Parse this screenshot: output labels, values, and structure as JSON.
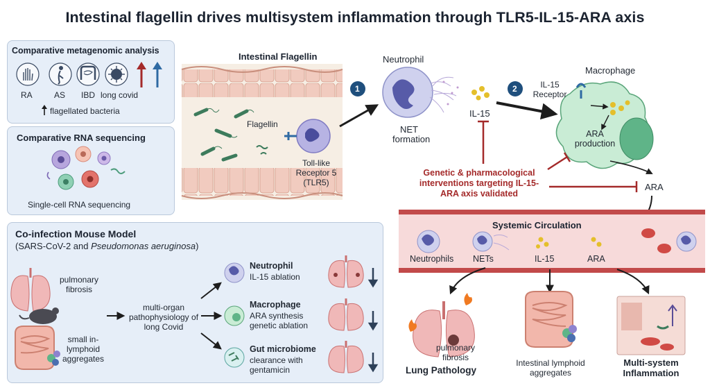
{
  "title": "Intestinal flagellin drives multisystem inflammation through TLR5-IL-15-ARA axis",
  "metagenomic": {
    "heading": "Comparative metagenomic analysis",
    "conditions": [
      "RA",
      "AS",
      "IBD",
      "long covid"
    ],
    "note": "flagellated bacteria"
  },
  "rnaseq": {
    "heading": "Comparative RNA sequencing",
    "caption": "Single-cell RNA sequencing"
  },
  "mouse": {
    "heading": "Co-infection Mouse Model",
    "subtitle_pre": "(SARS-CoV-2 and ",
    "subtitle_italic": "Pseudomonas aeruginosa",
    "subtitle_post": ")",
    "pulmonary": "pulmonary fibrosis",
    "intestine": "small in- lymphoid aggregates",
    "center": "multi-organ pathophysiology of long Covid",
    "interventions": [
      {
        "title": "Neutrophil",
        "detail": "IL-15 ablation"
      },
      {
        "title": "Macrophage",
        "detail": "ARA synthesis genetic ablation"
      },
      {
        "title": "Gut microbiome",
        "detail": "clearance with gentamicin"
      }
    ]
  },
  "gut": {
    "heading": "Intestinal Flagellin",
    "flagellin": "Flagellin",
    "receptor": "Toll-like Receptor 5 (TLR5)"
  },
  "steps": [
    "1",
    "2"
  ],
  "neutrophil": {
    "label": "Neutrophil",
    "net": "NET formation",
    "il15": "IL-15"
  },
  "macrophage": {
    "label": "Macrophage",
    "receptor": "IL-15 Receptor",
    "ara_production": "ARA production",
    "ara": "ARA"
  },
  "intervention_text": "Genetic & pharmacological interventions targeting IL-15-ARA axis validated",
  "circulation": {
    "heading": "Systemic Circulation",
    "items": [
      "Neutrophils",
      "NETs",
      "IL-15",
      "ARA"
    ]
  },
  "outcomes": {
    "lung_note": "pulmonary fibrosis",
    "lung": "Lung Pathology",
    "intestine": "Intestinal lymphoid aggregates",
    "multi": "Multi-system Inflammation"
  },
  "colors": {
    "arrow": "#1d1d1d",
    "inhibit": "#a42a2a",
    "panel": "#e6eef8",
    "neutrophil": "#5b5fa8",
    "macrophage": "#b9e3c8"
  }
}
